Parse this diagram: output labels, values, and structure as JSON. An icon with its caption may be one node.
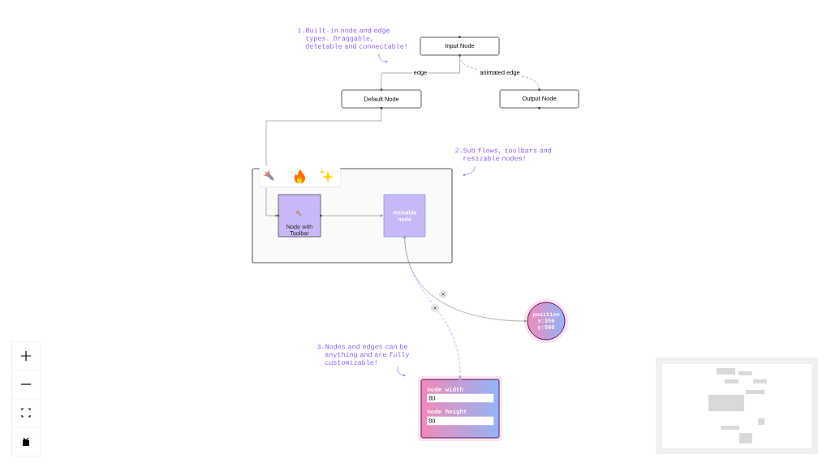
{
  "diagram": {
    "nodes": [
      {
        "text": [
          "Input Node"
        ]
      },
      {
        "text": [
          "Default Node"
        ]
      },
      {
        "text": [
          "Output Node"
        ]
      },
      {
        "text": [],
        "shape": "box"
      },
      {
        "text": [
          "Node with Toolbar"
        ],
        "in": 3
      },
      {
        "text": [
          "resizable node"
        ],
        "in": 3
      },
      {
        "text": [
          "position x:350 y:500"
        ]
      },
      {
        "text": [
          "node width",
          "80",
          "node height",
          "80"
        ]
      }
    ],
    "edges": [
      {
        "from": 0,
        "to": 1,
        "arrow": "none",
        "label": "edge"
      },
      {
        "from": 0,
        "to": 2,
        "arrow": "none",
        "label": "animated edge",
        "style": "dashed"
      },
      {
        "from": 1,
        "to": 4,
        "arrow": "to"
      },
      {
        "from": 4,
        "to": 5,
        "arrow": "to"
      },
      {
        "from": 5,
        "to": 6,
        "arrow": "to"
      },
      {
        "from": 5,
        "to": 7,
        "arrow": "to",
        "style": "dashed",
        "color": "#ae8df9"
      }
    ],
    "labels": [
      "1.Built-in node and edge types. Draggable, deletable and connectable!",
      "2.Sub flows, toolbars and resizable nodes!",
      "3.Nodes and edges can be anything and are fully customizable!"
    ]
  }
}
